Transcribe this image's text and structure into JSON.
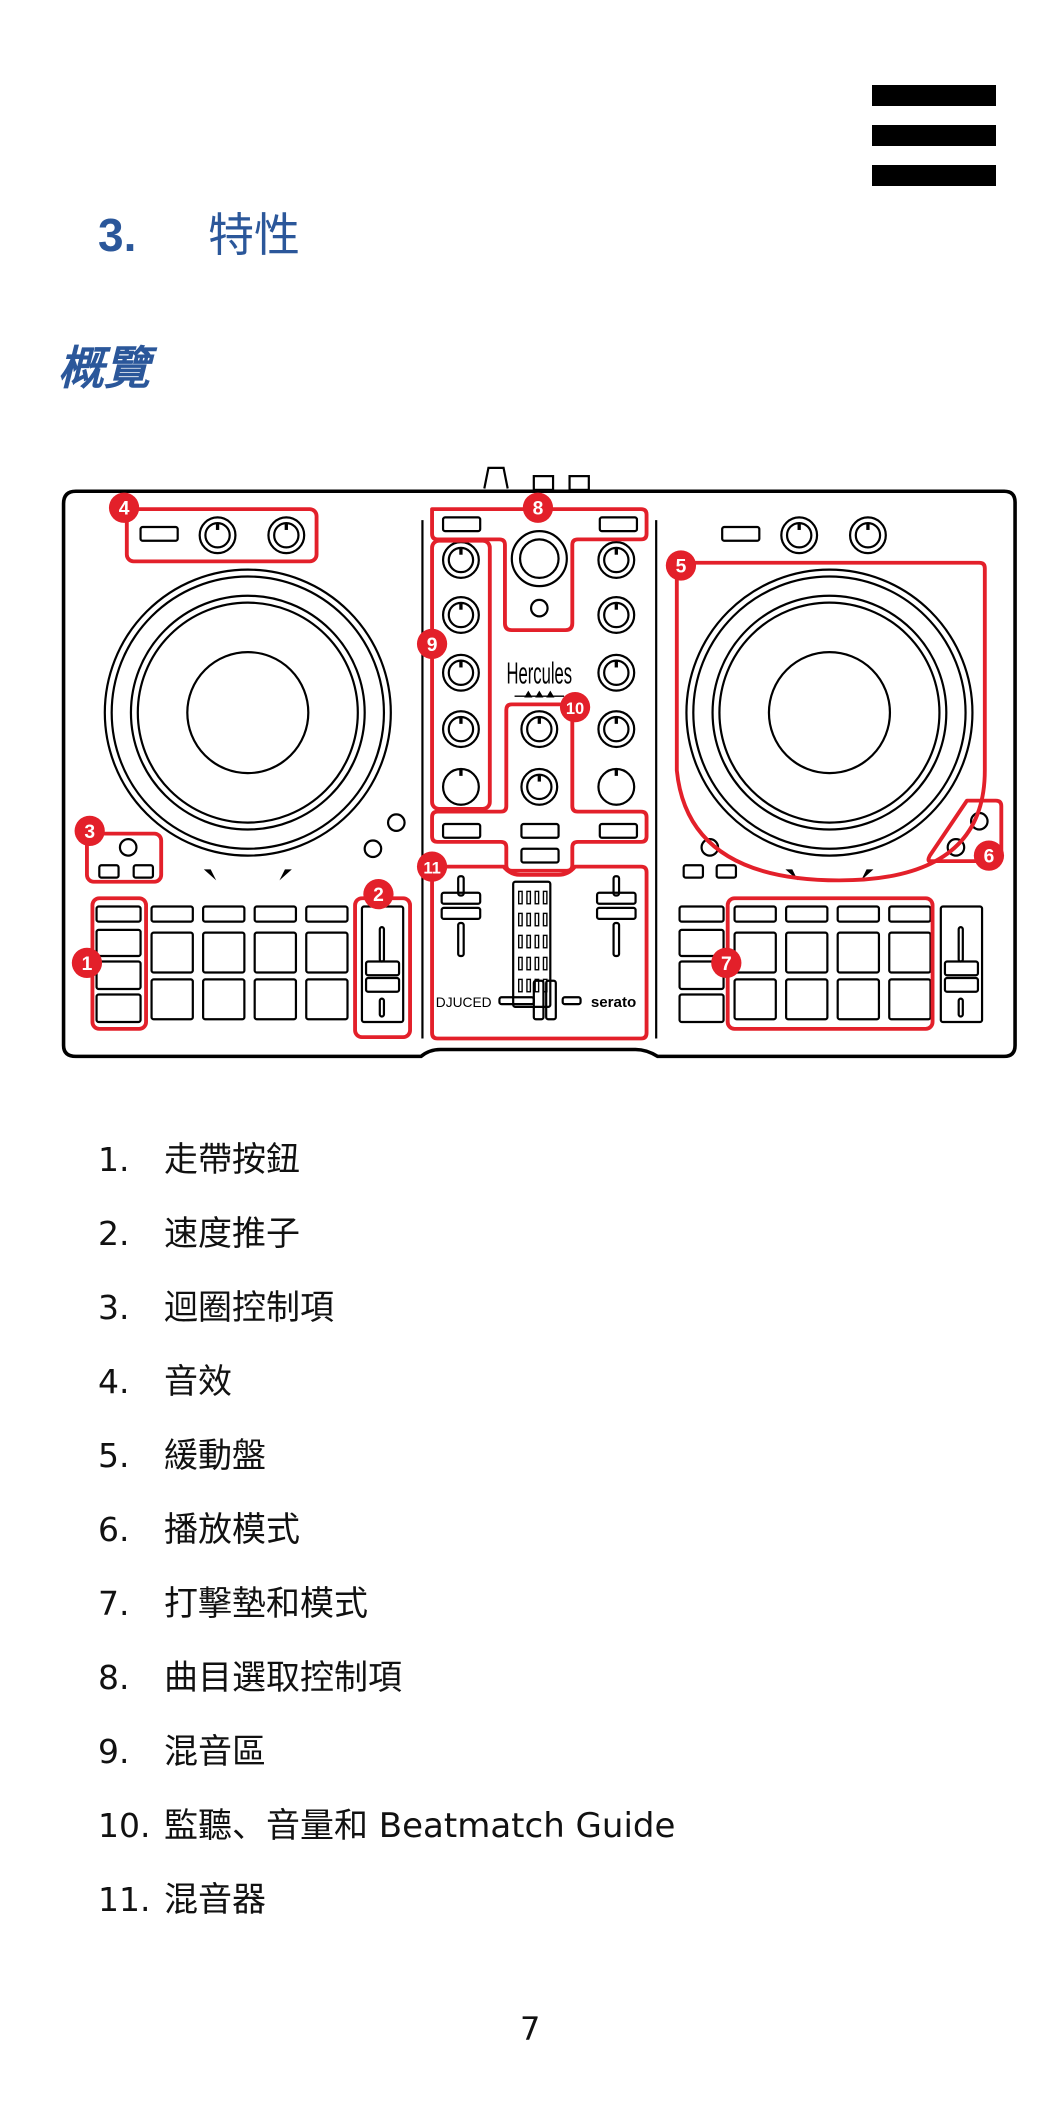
{
  "header": {
    "menu_icon": "hamburger-menu-icon",
    "chapter_number": "3.",
    "chapter_title": "特性",
    "section_title": "概覽"
  },
  "diagram": {
    "brand_logo": "Hercules",
    "left_software_logo": "DJUCED",
    "right_software_logo": "serato",
    "highlight_color": "#E3202A",
    "callouts": [
      "1",
      "2",
      "3",
      "4",
      "5",
      "6",
      "7",
      "8",
      "9",
      "10",
      "11"
    ]
  },
  "features": [
    {
      "number": "1.",
      "label": "走帶按鈕"
    },
    {
      "number": "2.",
      "label": "速度推子"
    },
    {
      "number": "3.",
      "label": "迴圈控制項"
    },
    {
      "number": "4.",
      "label": "音效"
    },
    {
      "number": "5.",
      "label": "緩動盤"
    },
    {
      "number": "6.",
      "label": "播放模式"
    },
    {
      "number": "7.",
      "label": "打擊墊和模式"
    },
    {
      "number": "8.",
      "label": "曲目選取控制項"
    },
    {
      "number": "9.",
      "label": "混音區"
    },
    {
      "number": "10.",
      "label": "監聽、音量和 Beatmatch Guide"
    },
    {
      "number": "11.",
      "label": "混音器"
    }
  ],
  "footer": {
    "page_number": "7"
  },
  "colors": {
    "heading": "#2B579A",
    "callout": "#E3202A"
  }
}
